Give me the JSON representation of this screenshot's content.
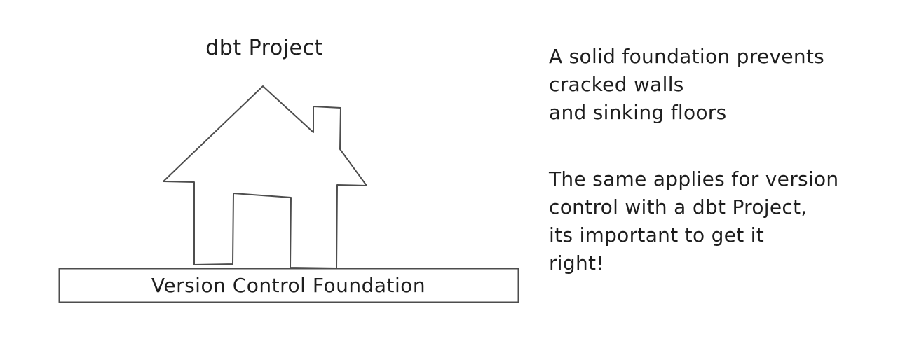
{
  "canvas": {
    "background_color": "#ffffff",
    "stroke_color": "#4d4d4d",
    "text_color": "#1e1e1e"
  },
  "diagram": {
    "title": "dbt Project",
    "house_icon": "house-with-chimney-outline-icon",
    "foundation": {
      "label": "Version Control Foundation"
    }
  },
  "notes": {
    "paragraph_1": "A solid foundation prevents\ncracked walls\nand sinking floors",
    "paragraph_2": "The same applies for version\ncontrol with a dbt Project,\nits important to get it\nright!"
  }
}
